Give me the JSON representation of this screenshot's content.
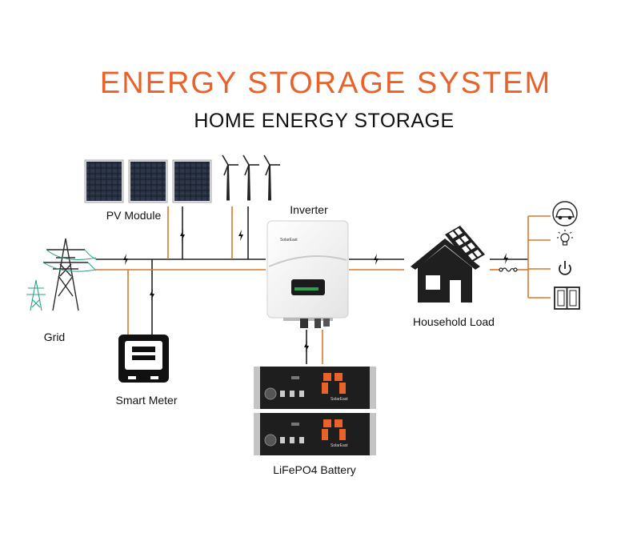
{
  "title": "ENERGY STORAGE SYSTEM",
  "subtitle": "HOME ENERGY STORAGE",
  "labels": {
    "pv_module": "PV Module",
    "inverter": "Inverter",
    "grid": "Grid",
    "smart_meter": "Smart Meter",
    "household_load": "Household Load",
    "battery": "LiFePO4 Battery"
  },
  "inverter_brand": "SolarEast",
  "battery_brand": "SolarEast",
  "colors": {
    "title": "#e8622a",
    "ac_line": "#222222",
    "dc_line": "#d9782d",
    "battery_terminal": "#e8622a"
  },
  "icons": [
    "solar-panel-icon",
    "wind-turbine-icon",
    "power-tower-icon",
    "smart-meter-icon",
    "house-icon",
    "car-icon",
    "light-bulb-icon",
    "power-icon",
    "window-icon",
    "lightning-icon",
    "switch-icon"
  ]
}
